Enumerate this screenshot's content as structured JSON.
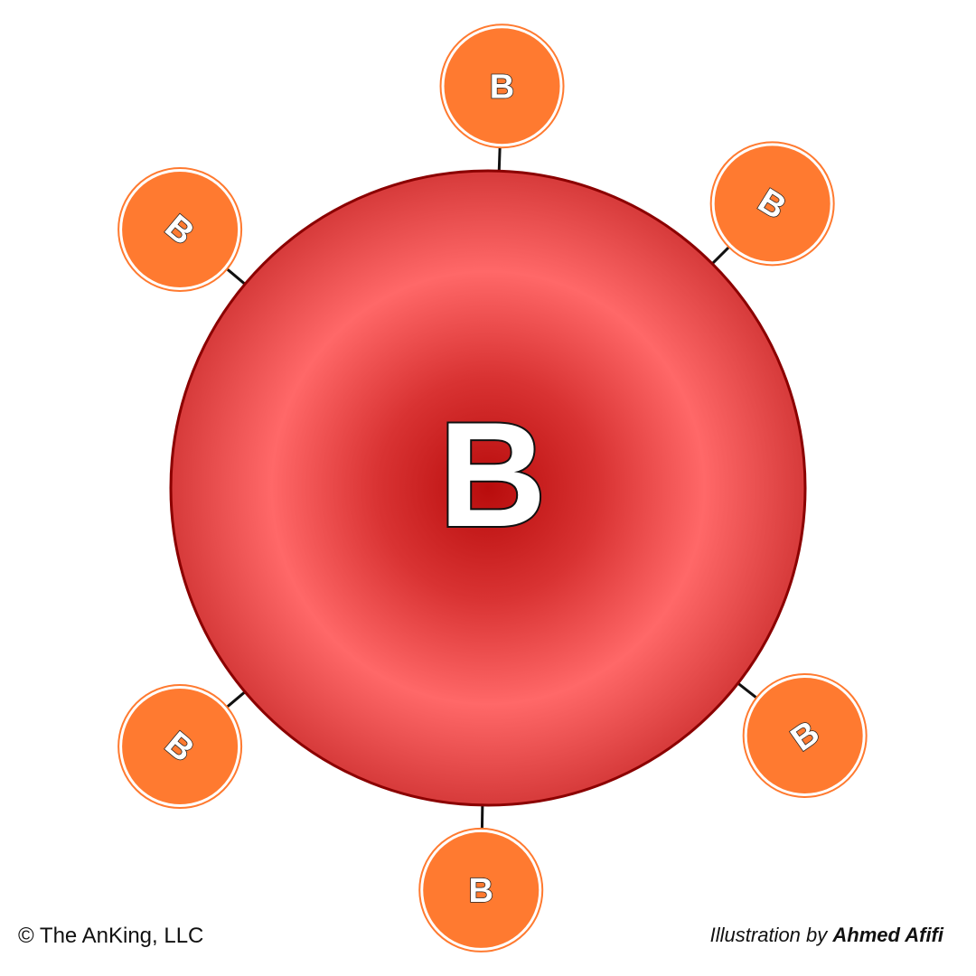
{
  "cell": {
    "label": "B"
  },
  "antigens": [
    {
      "label": "B",
      "angle": -88,
      "rotation": 0
    },
    {
      "label": "B",
      "angle": -45,
      "rotation": 32
    },
    {
      "label": "B",
      "angle": 38,
      "rotation": -35
    },
    {
      "label": "B",
      "angle": 91,
      "rotation": 0
    },
    {
      "label": "B",
      "angle": 140,
      "rotation": 40
    },
    {
      "label": "B",
      "angle": -140,
      "rotation": 40
    }
  ],
  "credits": {
    "copyright": "© The AnKing, LLC",
    "illustration_prefix": "Illustration by ",
    "illustrator": "Ahmed Afifi"
  },
  "colors": {
    "cell_center": "#b80c0c",
    "cell_ring": "#ff6868",
    "cell_edge": "#d63a3a",
    "cell_outline": "#8b0000",
    "antigen_fill": "#ff7a30",
    "connector": "#111111"
  }
}
